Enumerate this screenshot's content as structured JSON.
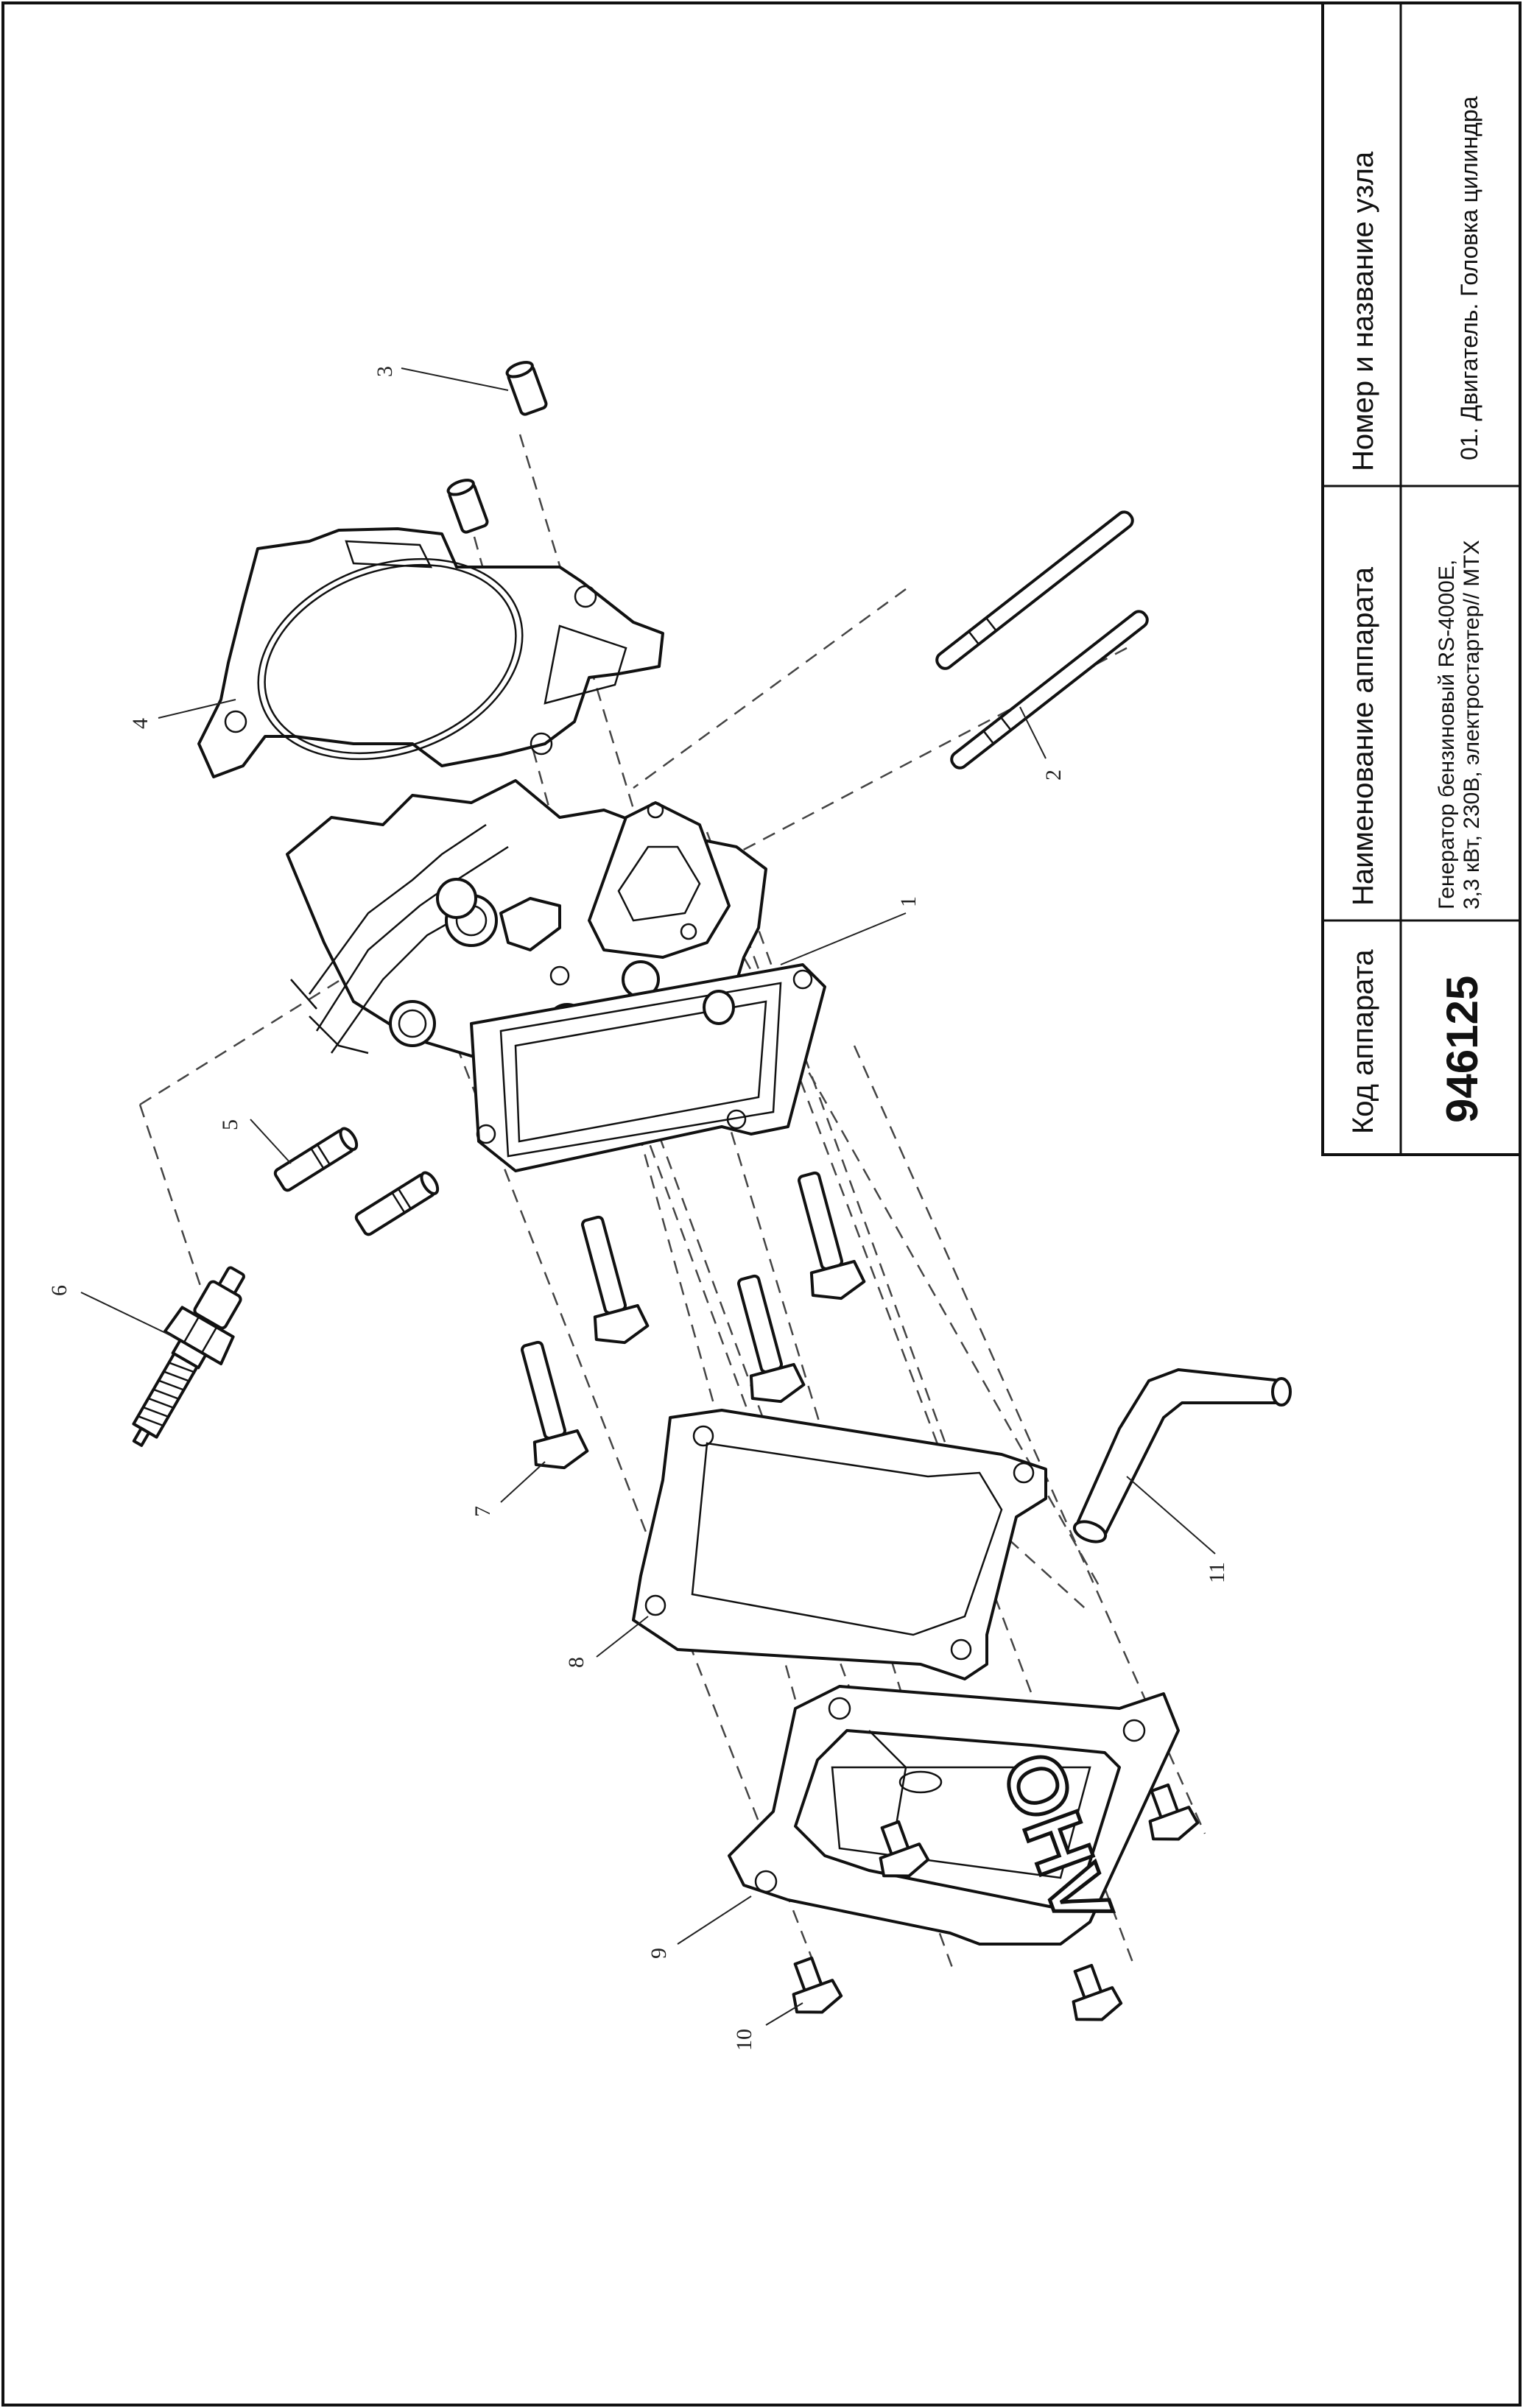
{
  "title_block": {
    "code_header": "Код аппарата",
    "code_value": "946125",
    "name_header": "Наименование аппарата",
    "name_line1": "Генератор бензиновый RS-4000E,",
    "name_line2": "3,3 кВт, 230В, электростартер// MTX",
    "unit_header": "Номер и название узла",
    "unit_value": "01. Двигатель. Головка цилиндра"
  },
  "callouts": [
    "1",
    "2",
    "3",
    "4",
    "5",
    "6",
    "7",
    "8",
    "9",
    "10",
    "11"
  ],
  "cover_emboss": "OHV"
}
